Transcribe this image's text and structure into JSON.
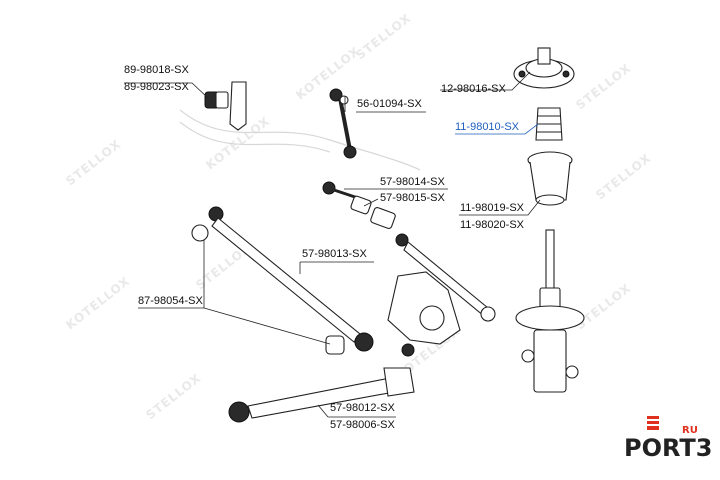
{
  "watermark": {
    "text": "STELLOX",
    "text_alt": "KOTELLOX"
  },
  "colors": {
    "highlight": "#1f5fbf",
    "line": "#222222",
    "brand_red": "#e0301e",
    "watermark": "#e9e9e9"
  },
  "labels": {
    "p1a": "89-98018-SX",
    "p1b": "89-98023-SX",
    "p2": "56-01094-SX",
    "p3": "12-98016-SX",
    "p4": "11-98010-SX",
    "p5a": "57-98014-SX",
    "p5b": "57-98015-SX",
    "p6a": "11-98019-SX",
    "p6b": "11-98020-SX",
    "p7": "57-98013-SX",
    "p8": "87-98054-SX",
    "p9a": "57-98012-SX",
    "p9b": "57-98006-SX"
  },
  "logo": {
    "name": "PORT3",
    "suffix": "RU"
  }
}
